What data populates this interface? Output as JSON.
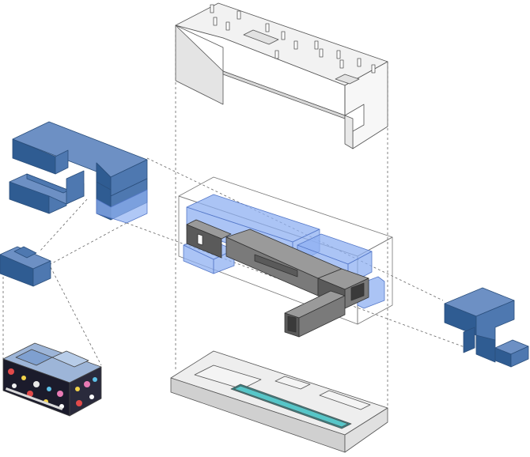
{
  "diagram": {
    "kind": "exploded-axonometric",
    "labels": [],
    "colors": {
      "background": "#ffffff",
      "block_top": "#6d90c4",
      "block_left": "#2f5c92",
      "block_right": "#4e78b0",
      "block_edge": "#2b4f7c",
      "ghost_fill": "#8fb0f2",
      "ghost_edge": "#5578c8",
      "concrete_top": "#eeeeee",
      "concrete_left": "#cfcfcf",
      "concrete_right": "#dedede",
      "concrete_edge": "#555555",
      "core_top": "#9a9a9a",
      "core_left": "#5a5a5a",
      "core_right": "#7a7a7a",
      "water": "#56c6c8",
      "guide_line": "#666666"
    },
    "components": [
      {
        "id": "roof-shell",
        "description_icon": "roof-icon"
      },
      {
        "id": "program-volumes-left",
        "description_icon": "volume-icon"
      },
      {
        "id": "program-volume-small",
        "description_icon": "volume-icon"
      },
      {
        "id": "program-volumes-right",
        "description_icon": "volume-icon"
      },
      {
        "id": "assembled-core",
        "description_icon": "core-icon"
      },
      {
        "id": "base-plinth-with-pool",
        "description_icon": "pool-icon"
      },
      {
        "id": "interior-collage-box",
        "description_icon": "collage-icon"
      }
    ]
  }
}
